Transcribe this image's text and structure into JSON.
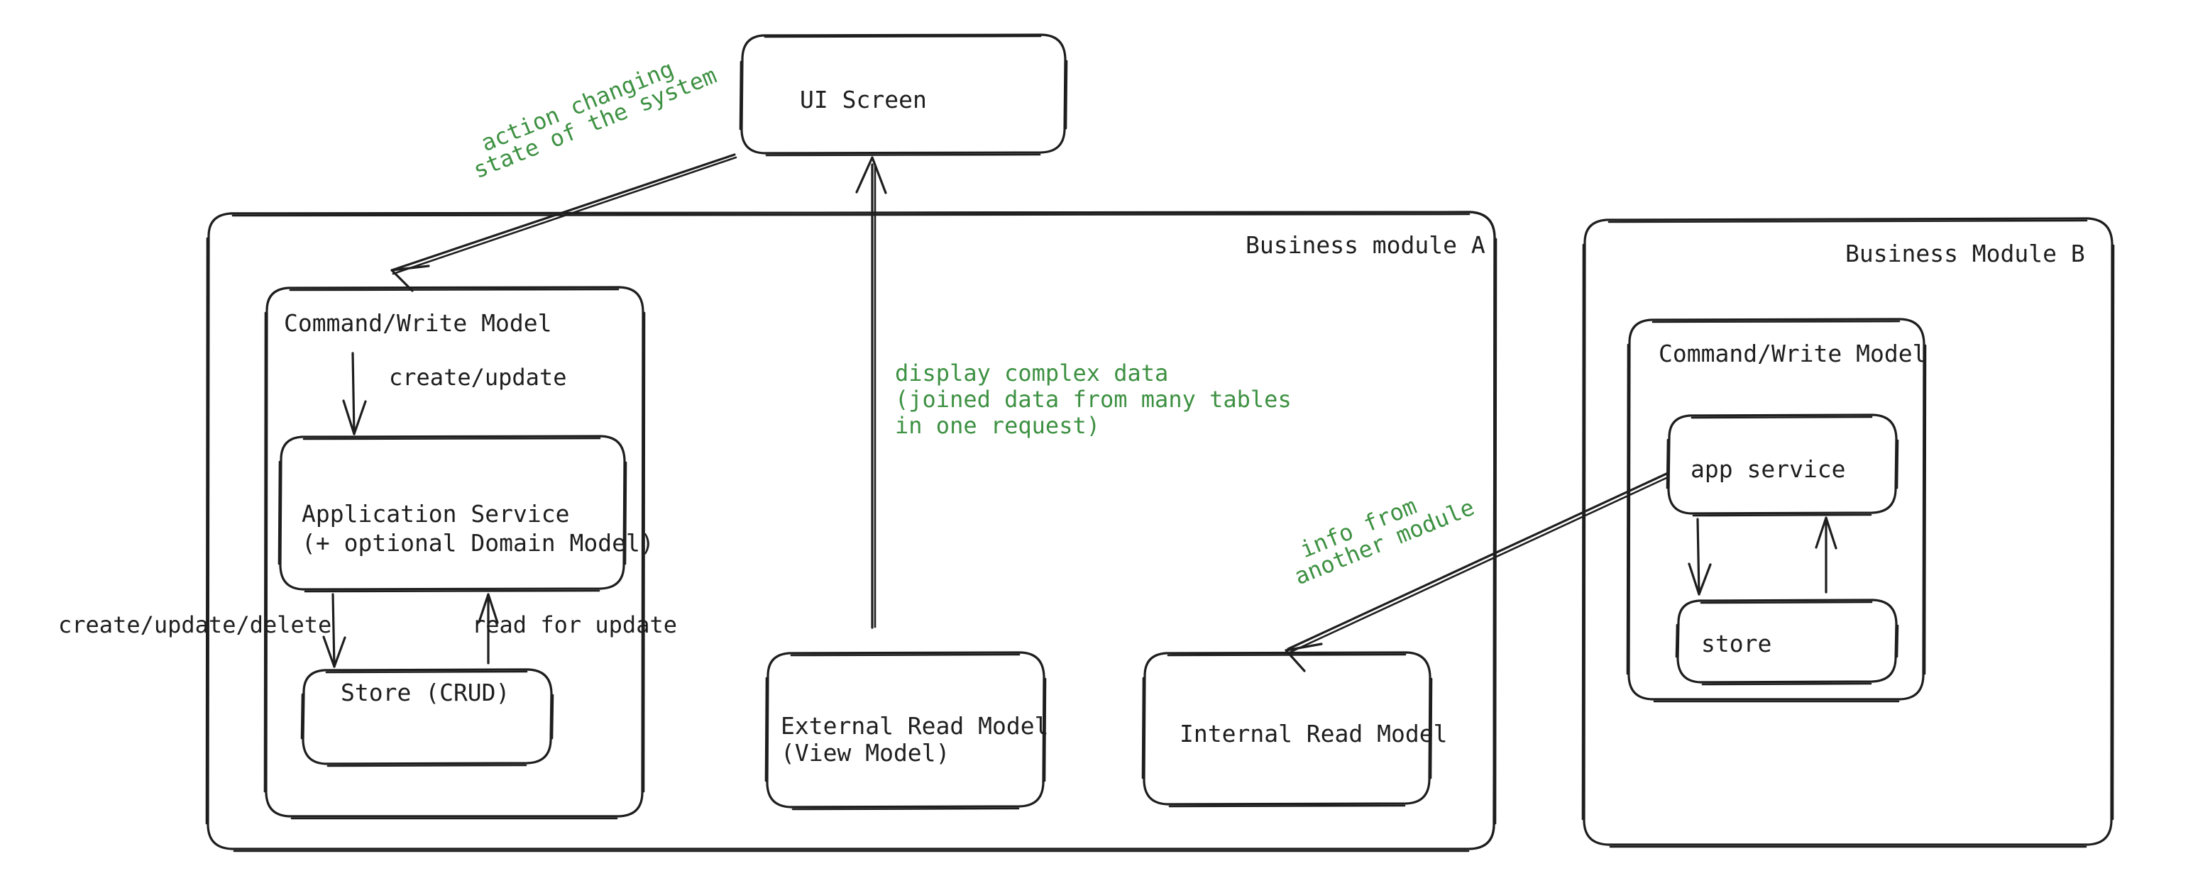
{
  "diagram": {
    "title": "CQRS business module architecture",
    "palette": {
      "stroke": "#1e1e1e",
      "annotation_green": "#3d9142",
      "background": "#ffffff"
    },
    "nodes": {
      "ui_screen": "UI Screen",
      "module_a": "Business module A",
      "module_b": "Business Module B",
      "module_a_command_write_model": "Command/Write Model",
      "module_b_command_write_model": "Command/Write Model",
      "application_service_line1": "Application Service",
      "application_service_line2": "(+ optional Domain Model)",
      "store_crud": "Store (CRUD)",
      "external_read_model_line1": "External Read Model",
      "external_read_model_line2": "(View Model)",
      "internal_read_model": "Internal Read Model",
      "app_service": "app service",
      "store": "store"
    },
    "edge_labels": {
      "action_changing_state_line1": "action changing",
      "action_changing_state_line2": "state of the system",
      "create_update": "create/update",
      "create_update_delete": "create/update/delete",
      "read_for_update": "read for update",
      "display_complex_data_line1": "display complex data",
      "display_complex_data_line2": "(joined data from many tables",
      "display_complex_data_line3": "in one request)",
      "info_from_another_module_line1": "info from",
      "info_from_another_module_line2": "another module"
    }
  }
}
